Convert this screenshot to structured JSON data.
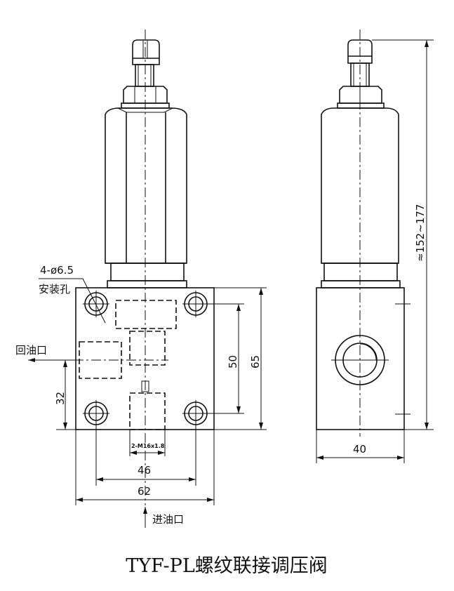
{
  "title": "TYF-PL螺纹联接调压阀",
  "labels": {
    "holes": "4-ø6.5",
    "holes_desc": "安装孔",
    "return_port": "回油口",
    "inlet_port": "进油口",
    "thread": "2-M16x1.8"
  },
  "dimensions": {
    "hole_spacing_v": "50",
    "block_height": "65",
    "port_height": "32",
    "hole_spacing_h": "46",
    "block_width": "62",
    "side_width": "40",
    "total_height": "≈152~177"
  }
}
